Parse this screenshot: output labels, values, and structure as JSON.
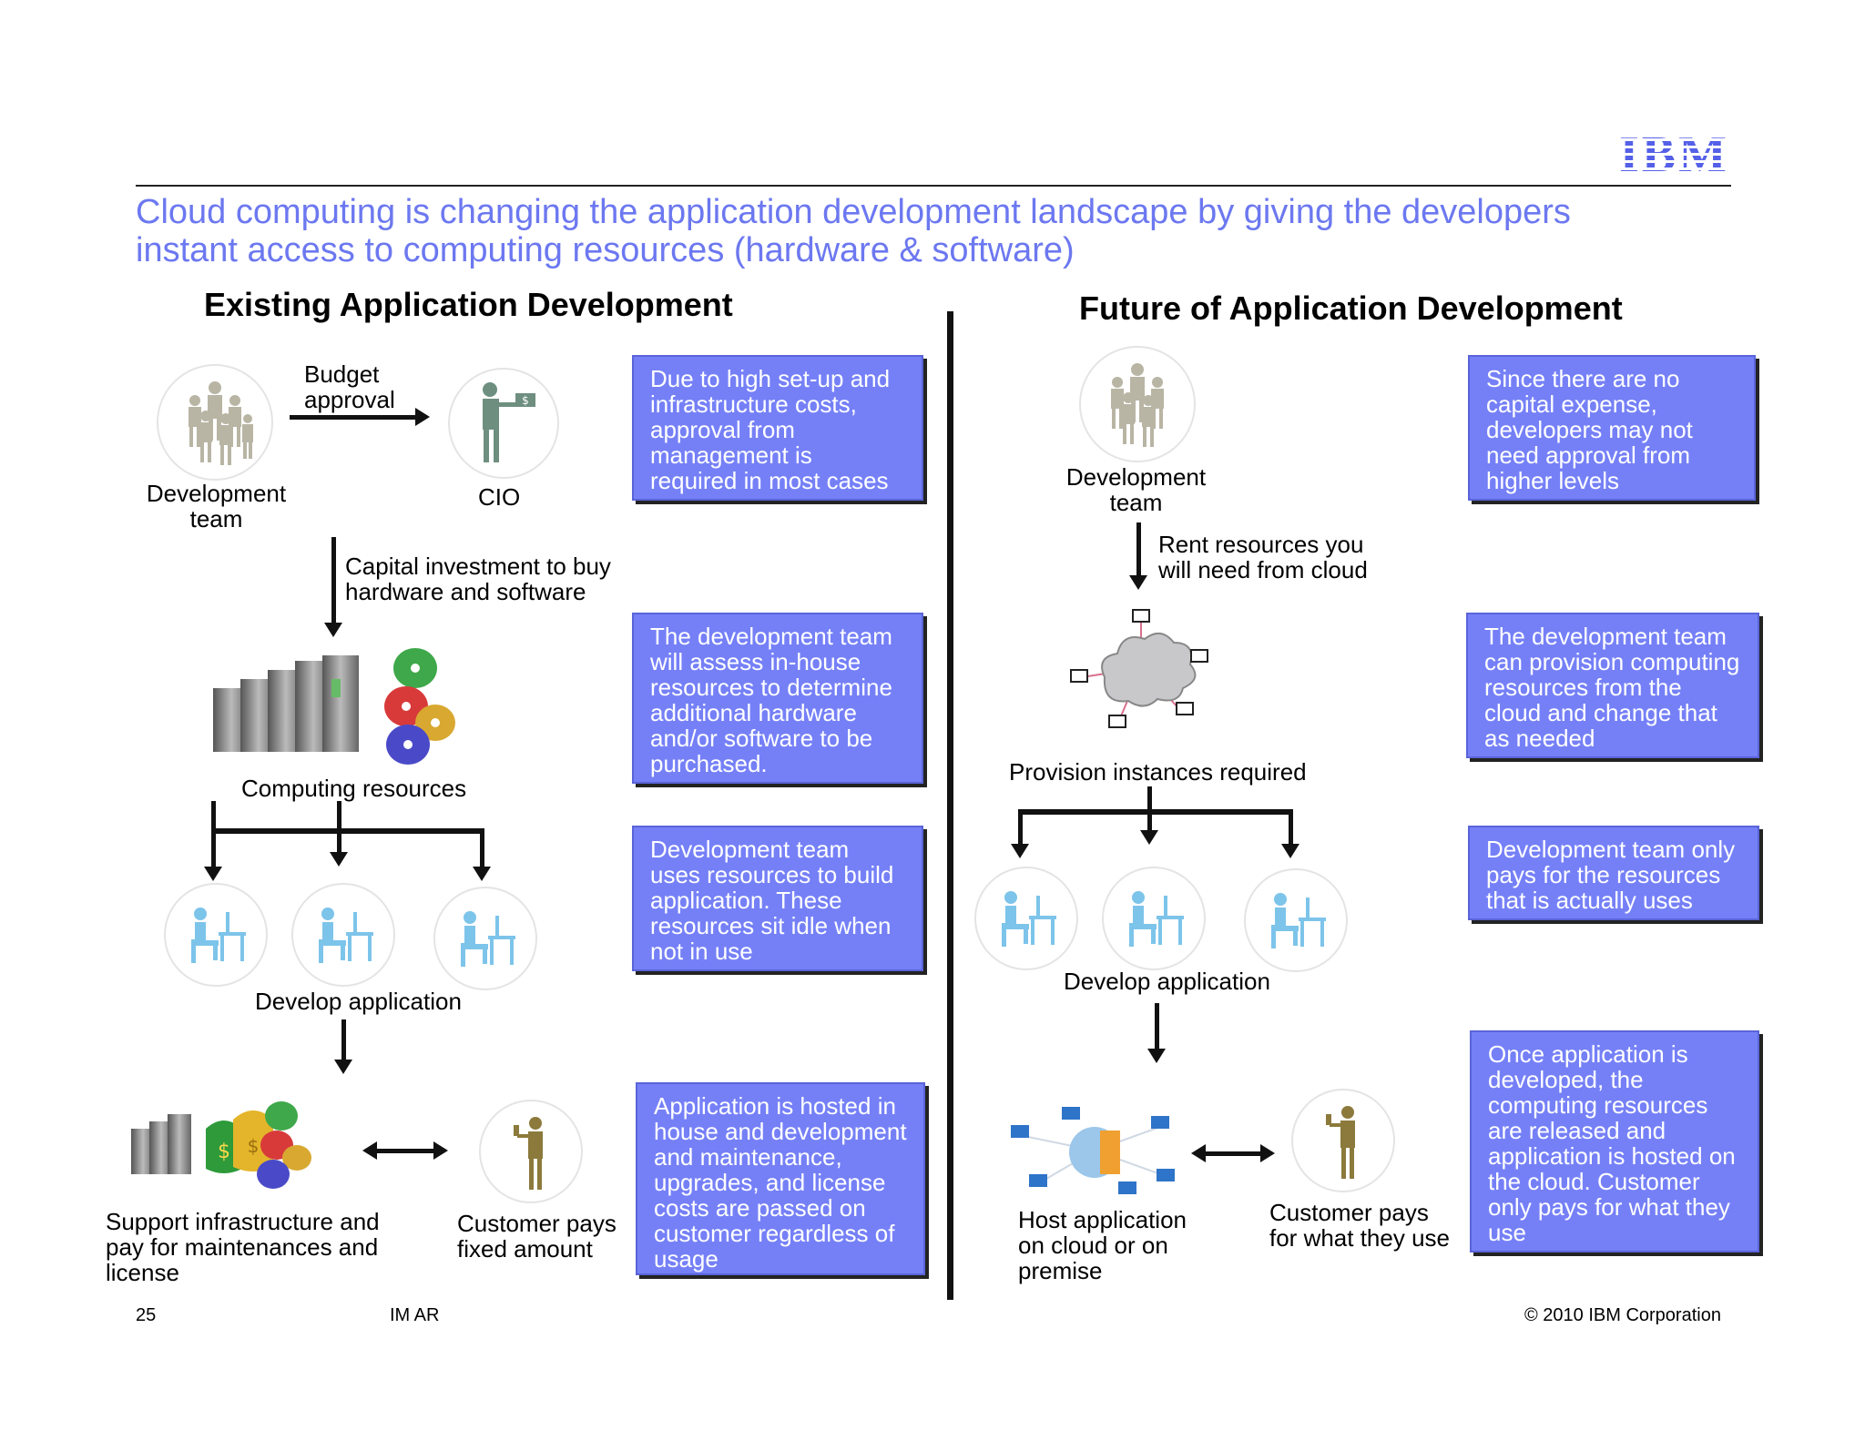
{
  "brand": {
    "logo": "IBM",
    "accent": "#7580f7",
    "headline_color": "#6c78f0"
  },
  "headline": {
    "line1": "Cloud computing is changing the application development landscape by giving the developers",
    "line2": "instant access to computing resources (hardware & software)"
  },
  "existing": {
    "title": "Existing Application Development",
    "dev_team": "Development\nteam",
    "budget": "Budget\napproval",
    "cio": "CIO",
    "capital": "Capital investment to buy\nhardware and software",
    "computing": "Computing resources",
    "develop": "Develop application",
    "support": "Support infrastructure and\npay for maintenances and\nlicense",
    "customer": "Customer pays\nfixed amount",
    "notes": [
      "Due to high set-up and infrastructure costs, approval from management is required in most cases",
      "The development team will assess in-house resources to determine additional hardware and/or software to be purchased.",
      "Development team uses resources to build application. These resources sit idle when not in use",
      "Application is hosted in house and development and maintenance, upgrades, and license costs are passed on customer regardless of usage"
    ]
  },
  "future": {
    "title": "Future of Application Development",
    "dev_team": "Development\nteam",
    "rent": "Rent resources you\nwill need from cloud",
    "provision": "Provision instances required",
    "develop": "Develop application",
    "host": "Host application\non cloud or on\npremise",
    "customer": "Customer pays\nfor what they use",
    "notes": [
      "Since there are no capital expense, developers may not need approval from higher levels",
      "The development team can provision computing resources from the cloud and change that as needed",
      "Development team only pays for the resources that is actually uses",
      "Once application is developed, the computing resources are released and application is hosted on the cloud. Customer only pays for what they use"
    ]
  },
  "footer": {
    "page": "25",
    "dept": "IM AR",
    "copyright": "© 2010 IBM Corporation"
  }
}
